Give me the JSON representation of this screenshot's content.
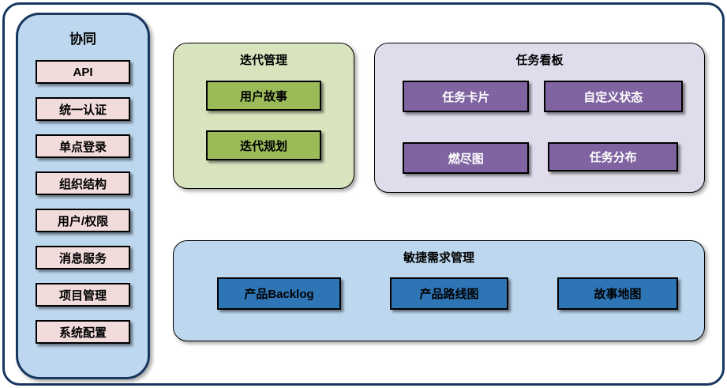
{
  "sidebar": {
    "title": "协同",
    "items": [
      "API",
      "统一认证",
      "单点登录",
      "组织结构",
      "用户/权限",
      "消息服务",
      "项目管理",
      "系统配置"
    ]
  },
  "groups": {
    "iteration": {
      "title": "迭代管理",
      "items": [
        "用户故事",
        "迭代规划"
      ]
    },
    "kanban": {
      "title": "任务看板",
      "items": [
        "任务卡片",
        "自定义状态",
        "燃尽图",
        "任务分布"
      ]
    },
    "requirements": {
      "title": "敏捷需求管理",
      "items": [
        "产品Backlog",
        "产品路线图",
        "故事地图"
      ]
    }
  },
  "colors": {
    "frame_border": "#17375E",
    "sidebar_bg": "#BDD7EE",
    "sidebar_item_bg": "#F2DCDB",
    "iteration_bg": "#D7E4BD",
    "iteration_item_bg": "#9BBB59",
    "kanban_bg": "#E0DCEC",
    "kanban_item_bg": "#8064A2",
    "requirements_bg": "#BDD7EE",
    "requirements_item_bg": "#2E75B6"
  }
}
